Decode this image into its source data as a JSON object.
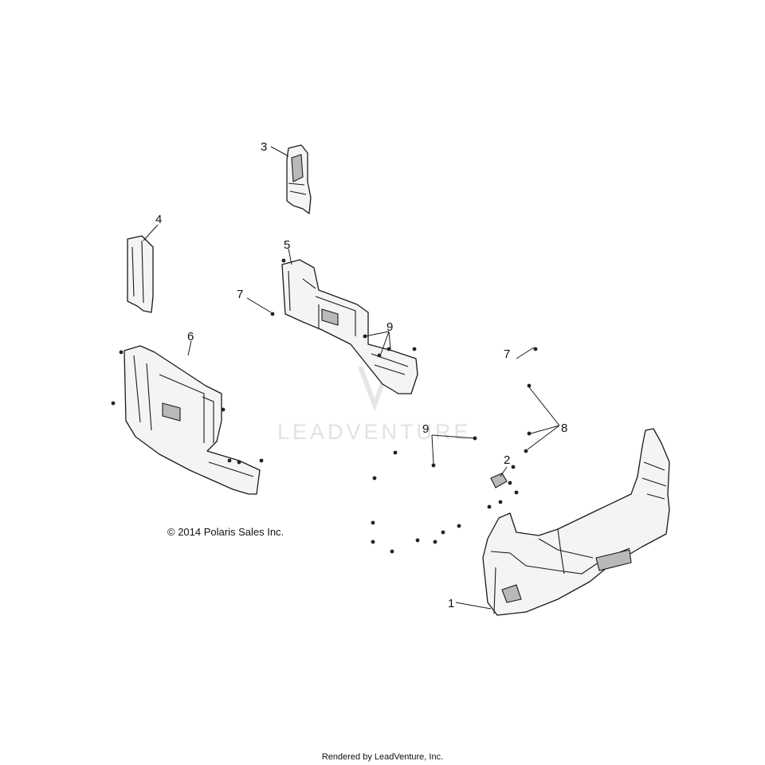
{
  "watermark": "LEADVENTURE",
  "copyright": "© 2014 Polaris Sales Inc.",
  "footer": "Rendered by LeadVenture, Inc.",
  "callouts": {
    "c1": "1",
    "c2": "2",
    "c3": "3",
    "c4": "4",
    "c5": "5",
    "c6": "6",
    "c7a": "7",
    "c7b": "7",
    "c8": "8",
    "c9a": "9",
    "c9b": "9"
  },
  "colors": {
    "line": "#1a1a1a",
    "watermark": "#e2e2e2"
  }
}
